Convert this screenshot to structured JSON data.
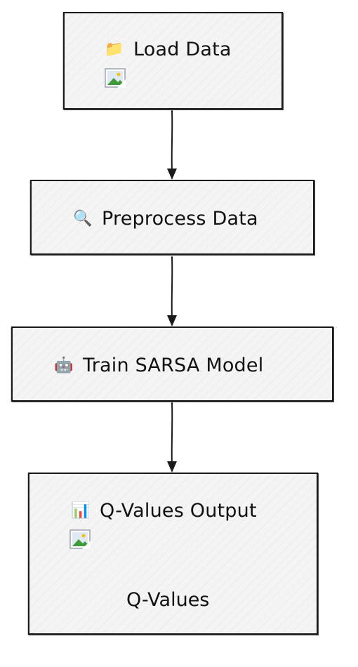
{
  "nodes": [
    {
      "label": "Load Data",
      "icon": "folder-icon",
      "glyph": "📁",
      "has_image": true
    },
    {
      "label": "Preprocess Data",
      "icon": "magnifier-icon",
      "glyph": "🔍",
      "has_image": false
    },
    {
      "label": "Train SARSA Model",
      "icon": "robot-icon",
      "glyph": "🤖",
      "has_image": false
    },
    {
      "label": "Q-Values Output",
      "icon": "bar-chart-icon",
      "glyph": "📊",
      "has_image": true,
      "caption": "Q-Values"
    }
  ],
  "edges": [
    {
      "from": "Load Data",
      "to": "Preprocess Data"
    },
    {
      "from": "Preprocess Data",
      "to": "Train SARSA Model"
    },
    {
      "from": "Train SARSA Model",
      "to": "Q-Values Output"
    }
  ],
  "colors": {
    "stroke": "#1a1a1a",
    "fill": "#f4f4f4"
  }
}
